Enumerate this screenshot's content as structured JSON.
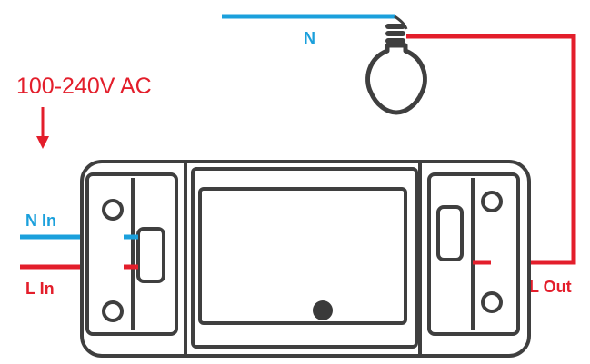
{
  "labels": {
    "voltage": "100-240V AC",
    "neutral": "N",
    "n_in": "N In",
    "l_in": "L In",
    "l_out": "L Out"
  },
  "colors": {
    "neutral_wire": "#1ba0dc",
    "live_wire": "#e31e2b",
    "outline": "#3f3f3f",
    "device_fill": "#ffffff",
    "button": "#3a3a3a"
  }
}
